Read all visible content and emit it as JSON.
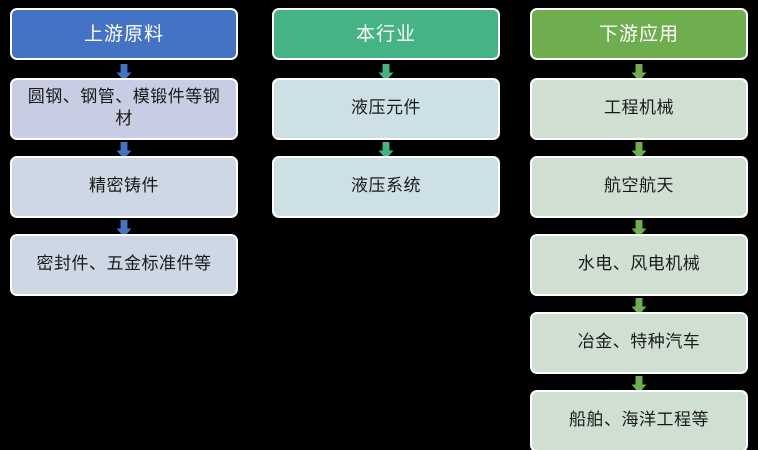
{
  "diagram": {
    "type": "industry-chain-flowchart",
    "background_color": "#000000",
    "columns": [
      {
        "key": "upstream",
        "header": {
          "label": "上游原料",
          "color": "#4472c4",
          "text_color": "#ffffff"
        },
        "arrow_color": "#4472c4",
        "nodes": [
          {
            "label": "圆钢、钢管、模锻件等钢材",
            "color": "#c9cde4"
          },
          {
            "label": "精密铸件",
            "color": "#ced8e4"
          },
          {
            "label": "密封件、五金标准件等",
            "color": "#ced8e4"
          }
        ]
      },
      {
        "key": "industry",
        "header": {
          "label": "本行业",
          "color": "#45b384",
          "text_color": "#ffffff"
        },
        "arrow_color": "#45b384",
        "nodes": [
          {
            "label": "液压元件",
            "color": "#cce0e5"
          },
          {
            "label": "液压系统",
            "color": "#cce0e5"
          }
        ]
      },
      {
        "key": "downstream",
        "header": {
          "label": "下游应用",
          "color": "#6fae4e",
          "text_color": "#ffffff"
        },
        "arrow_color": "#6fae4e",
        "nodes": [
          {
            "label": "工程机械",
            "color": "#cfe0d2"
          },
          {
            "label": "航空航天",
            "color": "#cfe0d2"
          },
          {
            "label": "水电、风电机械",
            "color": "#cfe0d2"
          },
          {
            "label": "冶金、特种汽车",
            "color": "#cfe0d2"
          },
          {
            "label": "船舶、海洋工程等",
            "color": "#cfe0d2"
          }
        ]
      }
    ]
  }
}
